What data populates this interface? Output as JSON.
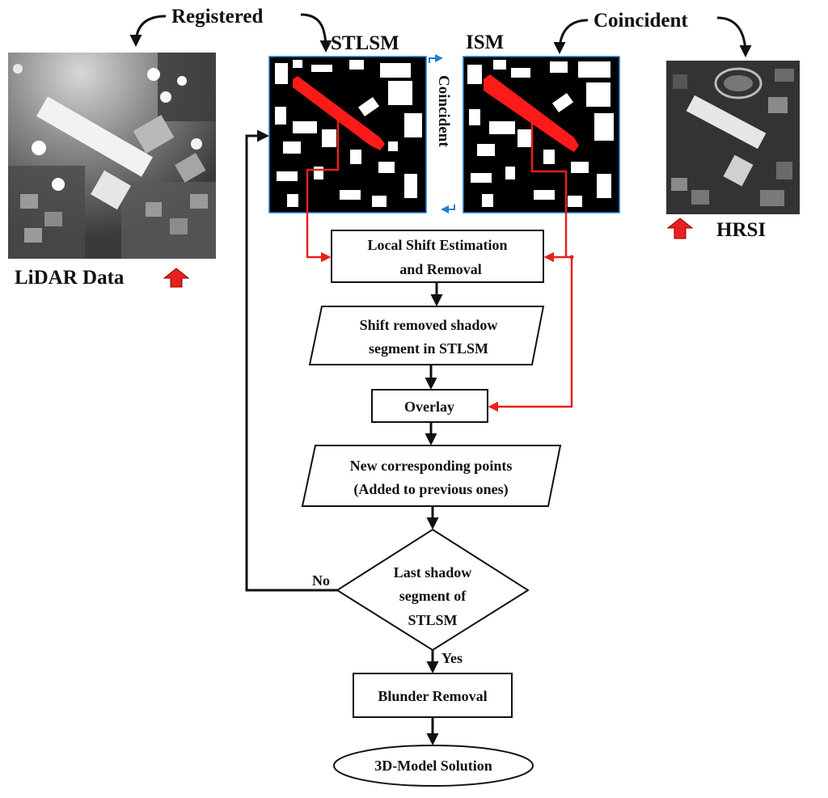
{
  "top": {
    "registered": "Registered",
    "coincident": "Coincident",
    "stlsm": "STLSM",
    "ism": "ISM",
    "coincident_vertical": "Coincident"
  },
  "images": {
    "lidar_caption": "LiDAR Data",
    "hrsi_caption": "HRSI"
  },
  "flow": {
    "local_shift_line1": "Local Shift Estimation",
    "local_shift_line2": "and Removal",
    "shift_removed_line1": "Shift removed shadow",
    "shift_removed_line2": "segment in STLSM",
    "overlay": "Overlay",
    "new_points_line1": "New corresponding points",
    "new_points_line2": "(Added to previous ones)",
    "decision_line1": "Last shadow",
    "decision_line2": "segment of",
    "decision_line3": "STLSM",
    "no": "No",
    "yes": "Yes",
    "blunder": "Blunder Removal",
    "solution": "3D-Model Solution"
  },
  "colors": {
    "arrow_red": "#e8201c",
    "arrow_blue": "#1f7fd1",
    "shadow_mask_red": "#ff1a1a"
  }
}
